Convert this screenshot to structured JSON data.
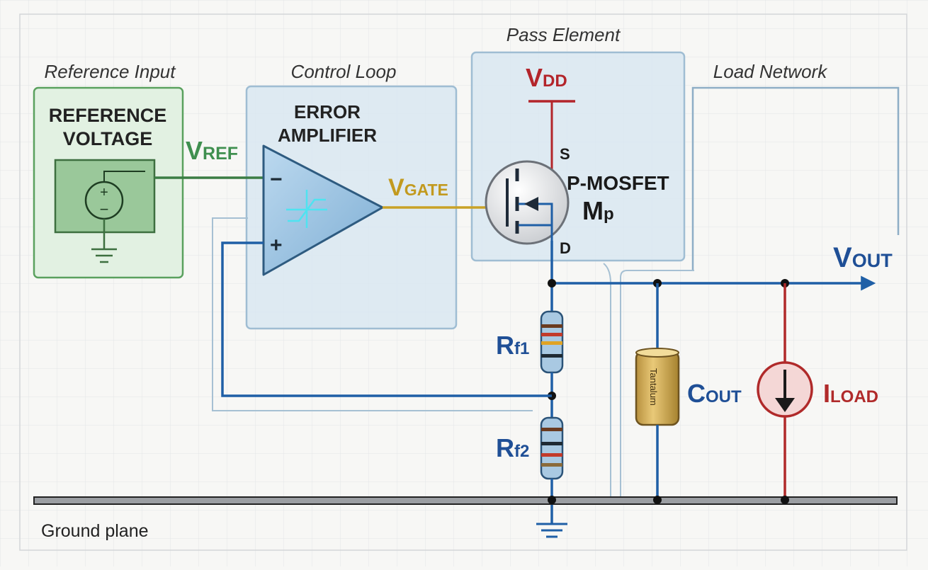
{
  "sections": {
    "reference_input": "Reference Input",
    "control_loop": "Control Loop",
    "pass_element": "Pass Element",
    "load_network": "Load Network",
    "ground_plane": "Ground plane"
  },
  "reference": {
    "title_line1": "REFERENCE",
    "title_line2": "VOLTAGE",
    "source_plus": "+",
    "source_minus": "−"
  },
  "amplifier": {
    "title_line1": "ERROR",
    "title_line2": "AMPLIFIER",
    "inverting": "−",
    "non_inverting": "+"
  },
  "signals": {
    "vref_main": "V",
    "vref_sub": "REF",
    "vgate_main": "V",
    "vgate_sub": "GATE",
    "vdd_main": "V",
    "vdd_sub": "DD",
    "vout_main": "V",
    "vout_sub": "OUT"
  },
  "mosfet": {
    "source": "S",
    "drain": "D",
    "type": "P-MOSFET",
    "name_main": "M",
    "name_sub": "p"
  },
  "feedback": {
    "rf1_main": "R",
    "rf1_sub": "f1",
    "rf2_main": "R",
    "rf2_sub": "f2"
  },
  "load": {
    "cap_main": "C",
    "cap_sub": "OUT",
    "cap_body": "Tantalum",
    "iload_main": "I",
    "iload_sub": "LOAD"
  },
  "colors": {
    "reference_green": "#3f8f4f",
    "wire_blue": "#1f5fa6",
    "gate_gold": "#c9a227",
    "vdd_red": "#b3252b",
    "iload_red": "#b02a2a"
  }
}
